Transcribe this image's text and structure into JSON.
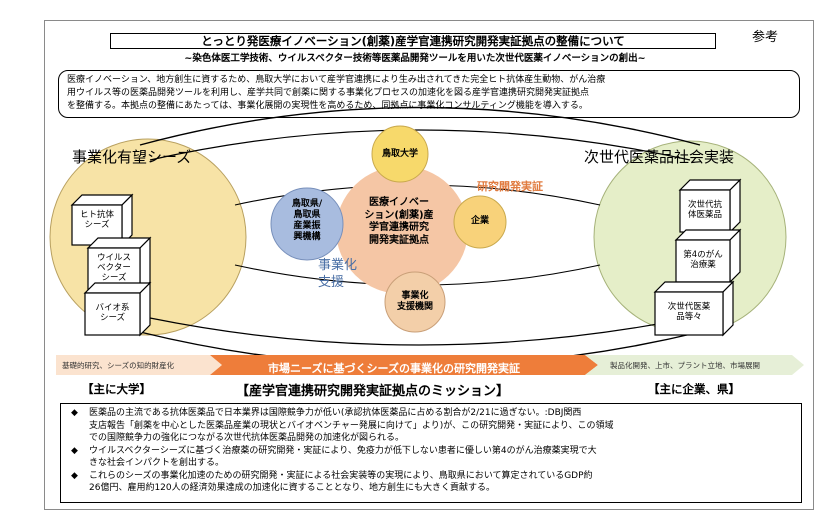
{
  "reference_label": "参考",
  "title": "とっとり発医療イノベーション(創薬)産学官連携研究開発実証拠点の整備について",
  "subtitle": "~染色体医工学技術、ウイルスベクター技術等医薬品開発ツールを用いた次世代医薬イノベーションの創出~",
  "intro": [
    "医療イノベーション、地方創生に資するため、鳥取大学において産学官連携により生み出されてきた完全ヒト抗体産生動物、がん治療",
    "用ウイルス等の医薬品開発ツールを利用し、産学共同で創薬に関する事業化プロセスの加速化を図る産学官連携研究開発実証拠点",
    "を整備する。本拠点の整備にあたっては、事業化展開の実現性を高めるため、同拠点に事業化コンサルティング機能を導入する。"
  ],
  "left_heading": "事業化有望シーズ",
  "right_heading": "次世代医薬品社会実装",
  "left_cubes": [
    {
      "label": "ヒト抗体\nシーズ"
    },
    {
      "label": "ウイルス\nベクター\nシーズ"
    },
    {
      "label": "バイオ系\nシーズ"
    }
  ],
  "right_cubes": [
    {
      "label": "次世代抗\n体医薬品"
    },
    {
      "label": "第4のがん\n治療薬"
    },
    {
      "label": "次世代医薬\n品等々"
    }
  ],
  "nodes": {
    "university": "鳥取大学",
    "center": "医療イノベー\nション(創薬)産\n学官連携研究\n開発実証拠点",
    "company": "企業",
    "prefecture": "鳥取県/\n鳥取県\n産業振\n興機構",
    "support": "事業化\n支援機関"
  },
  "rd_label": "研究開発実証",
  "commercial_label": "事業化\n支援",
  "arrow_left_text": "基礎的研究、シーズの知的財産化",
  "arrow_main_text": "市場ニーズに基づくシーズの事業化の研究開発実証",
  "arrow_right_text": "製品化開発、上市、プラント立地、市場展開",
  "row_left": "【主に大学】",
  "row_center": "【産学官連携研究開発実証拠点のミッション】",
  "row_right": "【主に企業、県】",
  "bullets": [
    [
      "医薬品の主流である抗体医薬品で日本業界は国際競争力が低い(承認抗体医薬品に占める割合が2/21に過ぎない。:DBJ関西",
      "支店報告「創薬を中心とした医薬品産業の現状とバイオベンチャー発展に向けて」より)が、この研究開発・実証により、この領域",
      "での国際競争力の強化につながる次世代抗体医薬品開発の加速化が図られる。"
    ],
    [
      "ウイルスベクターシーズに基づく治療薬の研究開発・実証により、免疫力が低下しない患者に優しい第4のがん治療薬実現で大",
      "きな社会インパクトを創出する。"
    ],
    [
      "これらのシーズの事業化加速のための研究開発・実証による社会実装等の実現により、鳥取県において算定されているGDP約",
      "26億円、雇用約120人の経済効果達成の加速化に資することとなり、地方創生にも大きく貢献する。"
    ]
  ],
  "colors": {
    "left_circle": "#f7e3a6",
    "right_circle": "#e5eec8",
    "center_blob": "#f5c6a5",
    "university_circle": "#f7d96b",
    "company_circle": "#f8d27a",
    "blue_circle": "#a8bcdf",
    "support_circle": "#f3cfa9",
    "arrow_orange": "#ee7d3a",
    "rd_text": "#e07b3f",
    "commercial_text": "#4a6fa5"
  }
}
